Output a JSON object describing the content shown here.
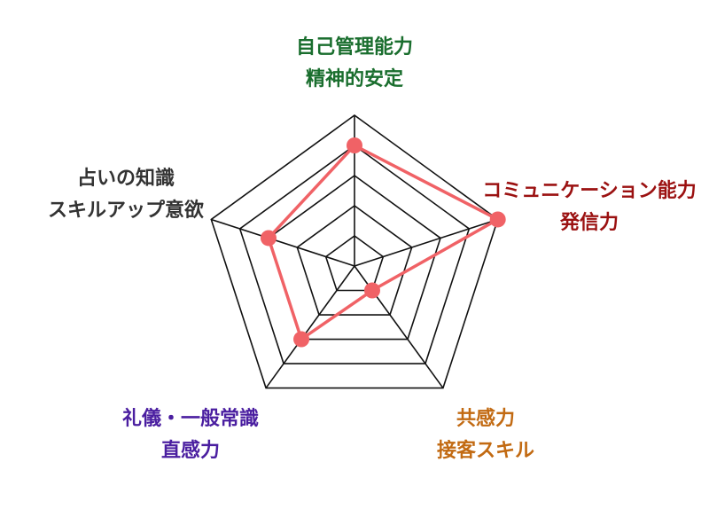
{
  "chart_data": {
    "type": "radar",
    "title": "",
    "axes": [
      {
        "lines": [
          "自己管理能力",
          "精神的安定"
        ],
        "color": "#1a6e2e"
      },
      {
        "lines": [
          "コミュニケーション能力",
          "発信力"
        ],
        "color": "#9b1111"
      },
      {
        "lines": [
          "共感力",
          "接客スキル"
        ],
        "color": "#c26a12"
      },
      {
        "lines": [
          "礼儀・一般常識",
          "直感力"
        ],
        "color": "#4a1ea0"
      },
      {
        "lines": [
          "占いの知識",
          "スキルアップ意欲"
        ],
        "color": "#333333"
      }
    ],
    "levels": 5,
    "range": [
      0,
      5
    ],
    "series": [
      {
        "values": [
          4,
          5,
          1,
          3,
          3
        ]
      }
    ],
    "colors": {
      "grid": "#111111",
      "series_line": "#f06266",
      "series_point": "#f06266"
    },
    "grid": true,
    "legend": false
  }
}
